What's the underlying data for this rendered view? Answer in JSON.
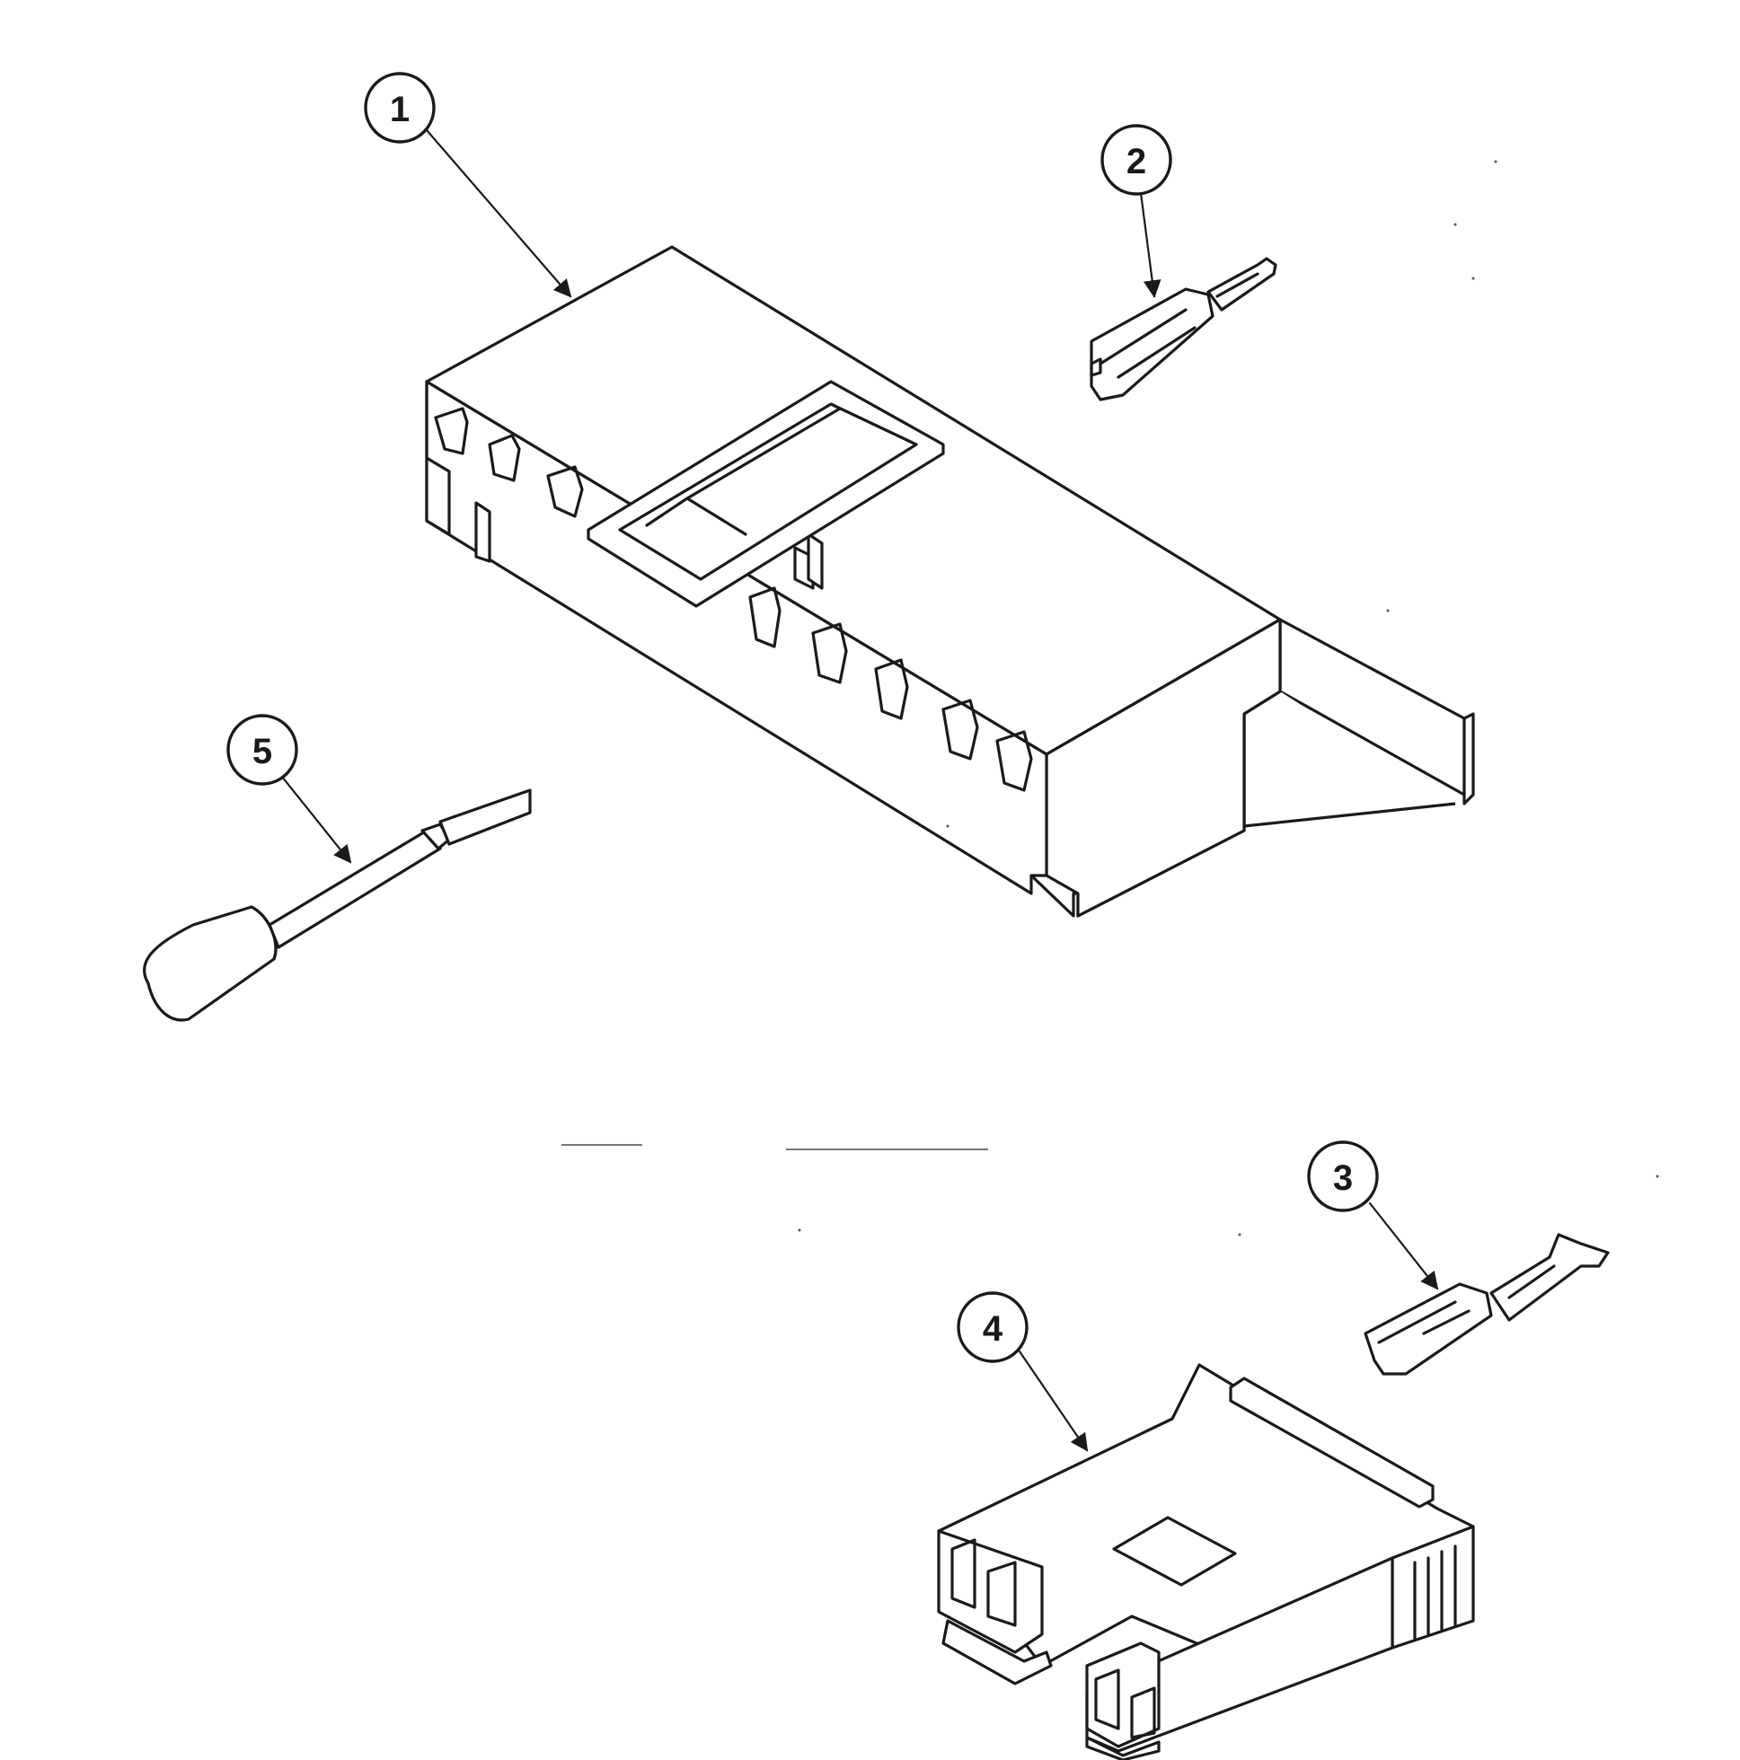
{
  "callouts": [
    {
      "id": "1",
      "label": "1"
    },
    {
      "id": "2",
      "label": "2"
    },
    {
      "id": "3",
      "label": "3"
    },
    {
      "id": "4",
      "label": "4"
    },
    {
      "id": "5",
      "label": "5"
    }
  ],
  "colors": {
    "ink": "#1a1a1a",
    "paper": "#ffffff"
  }
}
